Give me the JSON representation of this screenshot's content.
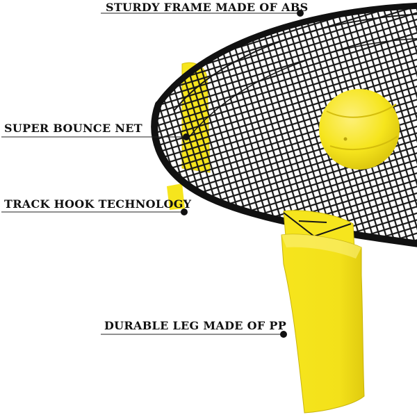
{
  "callouts": {
    "frame": "STURDY FRAME MADE OF ABS",
    "net": "SUPER BOUNCE NET",
    "hook": "TRACK HOOK TECHNOLOGY",
    "leg": "DURABLE LEG MADE OF PP"
  },
  "colors": {
    "yellow": "#f6e51d",
    "yellow_shade": "#e3cf10",
    "frame": "#111111",
    "net": "#161616",
    "background": "#ffffff"
  }
}
